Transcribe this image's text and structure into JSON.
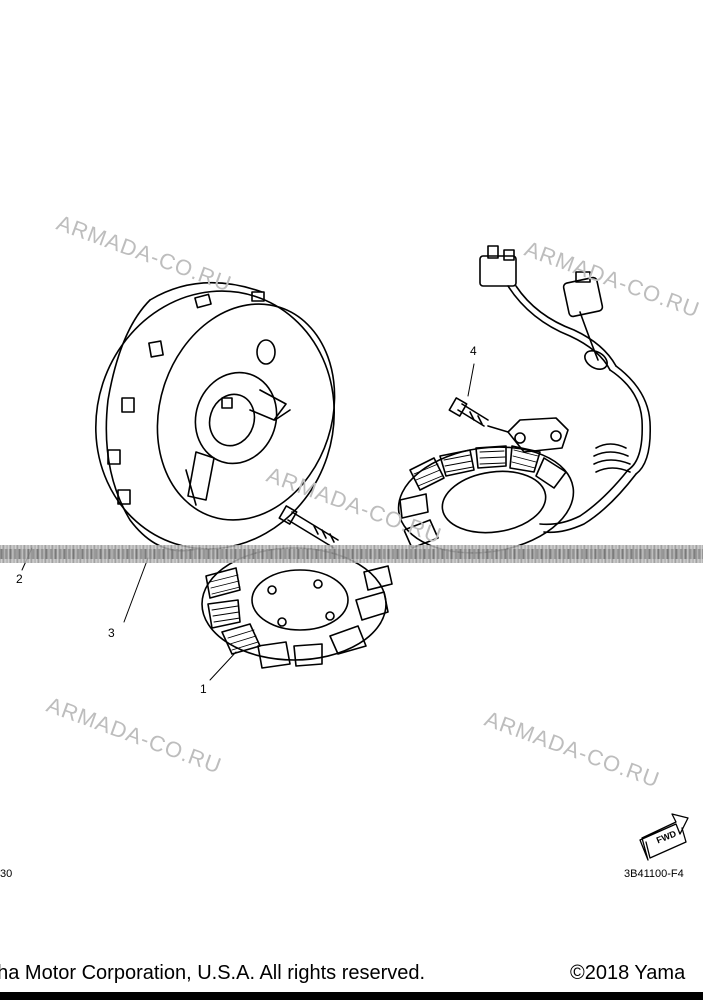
{
  "watermarks": [
    "ARMADA-CO.RU",
    "ARMADA-CO.RU",
    "ARMADA-CO.RU",
    "ARMADA-CO.RU",
    "ARMADA-CO.RU"
  ],
  "callouts": {
    "part1": "1",
    "part2": "2",
    "part3": "3",
    "part4": "4"
  },
  "fwd_label": "FWD",
  "page_code_left": "30",
  "diagram_code": "3B41100-F4",
  "footer": {
    "copyright_left": "aha Motor Corporation, U.S.A. All rights reserved.",
    "copyright_right": "©2018 Yama"
  }
}
